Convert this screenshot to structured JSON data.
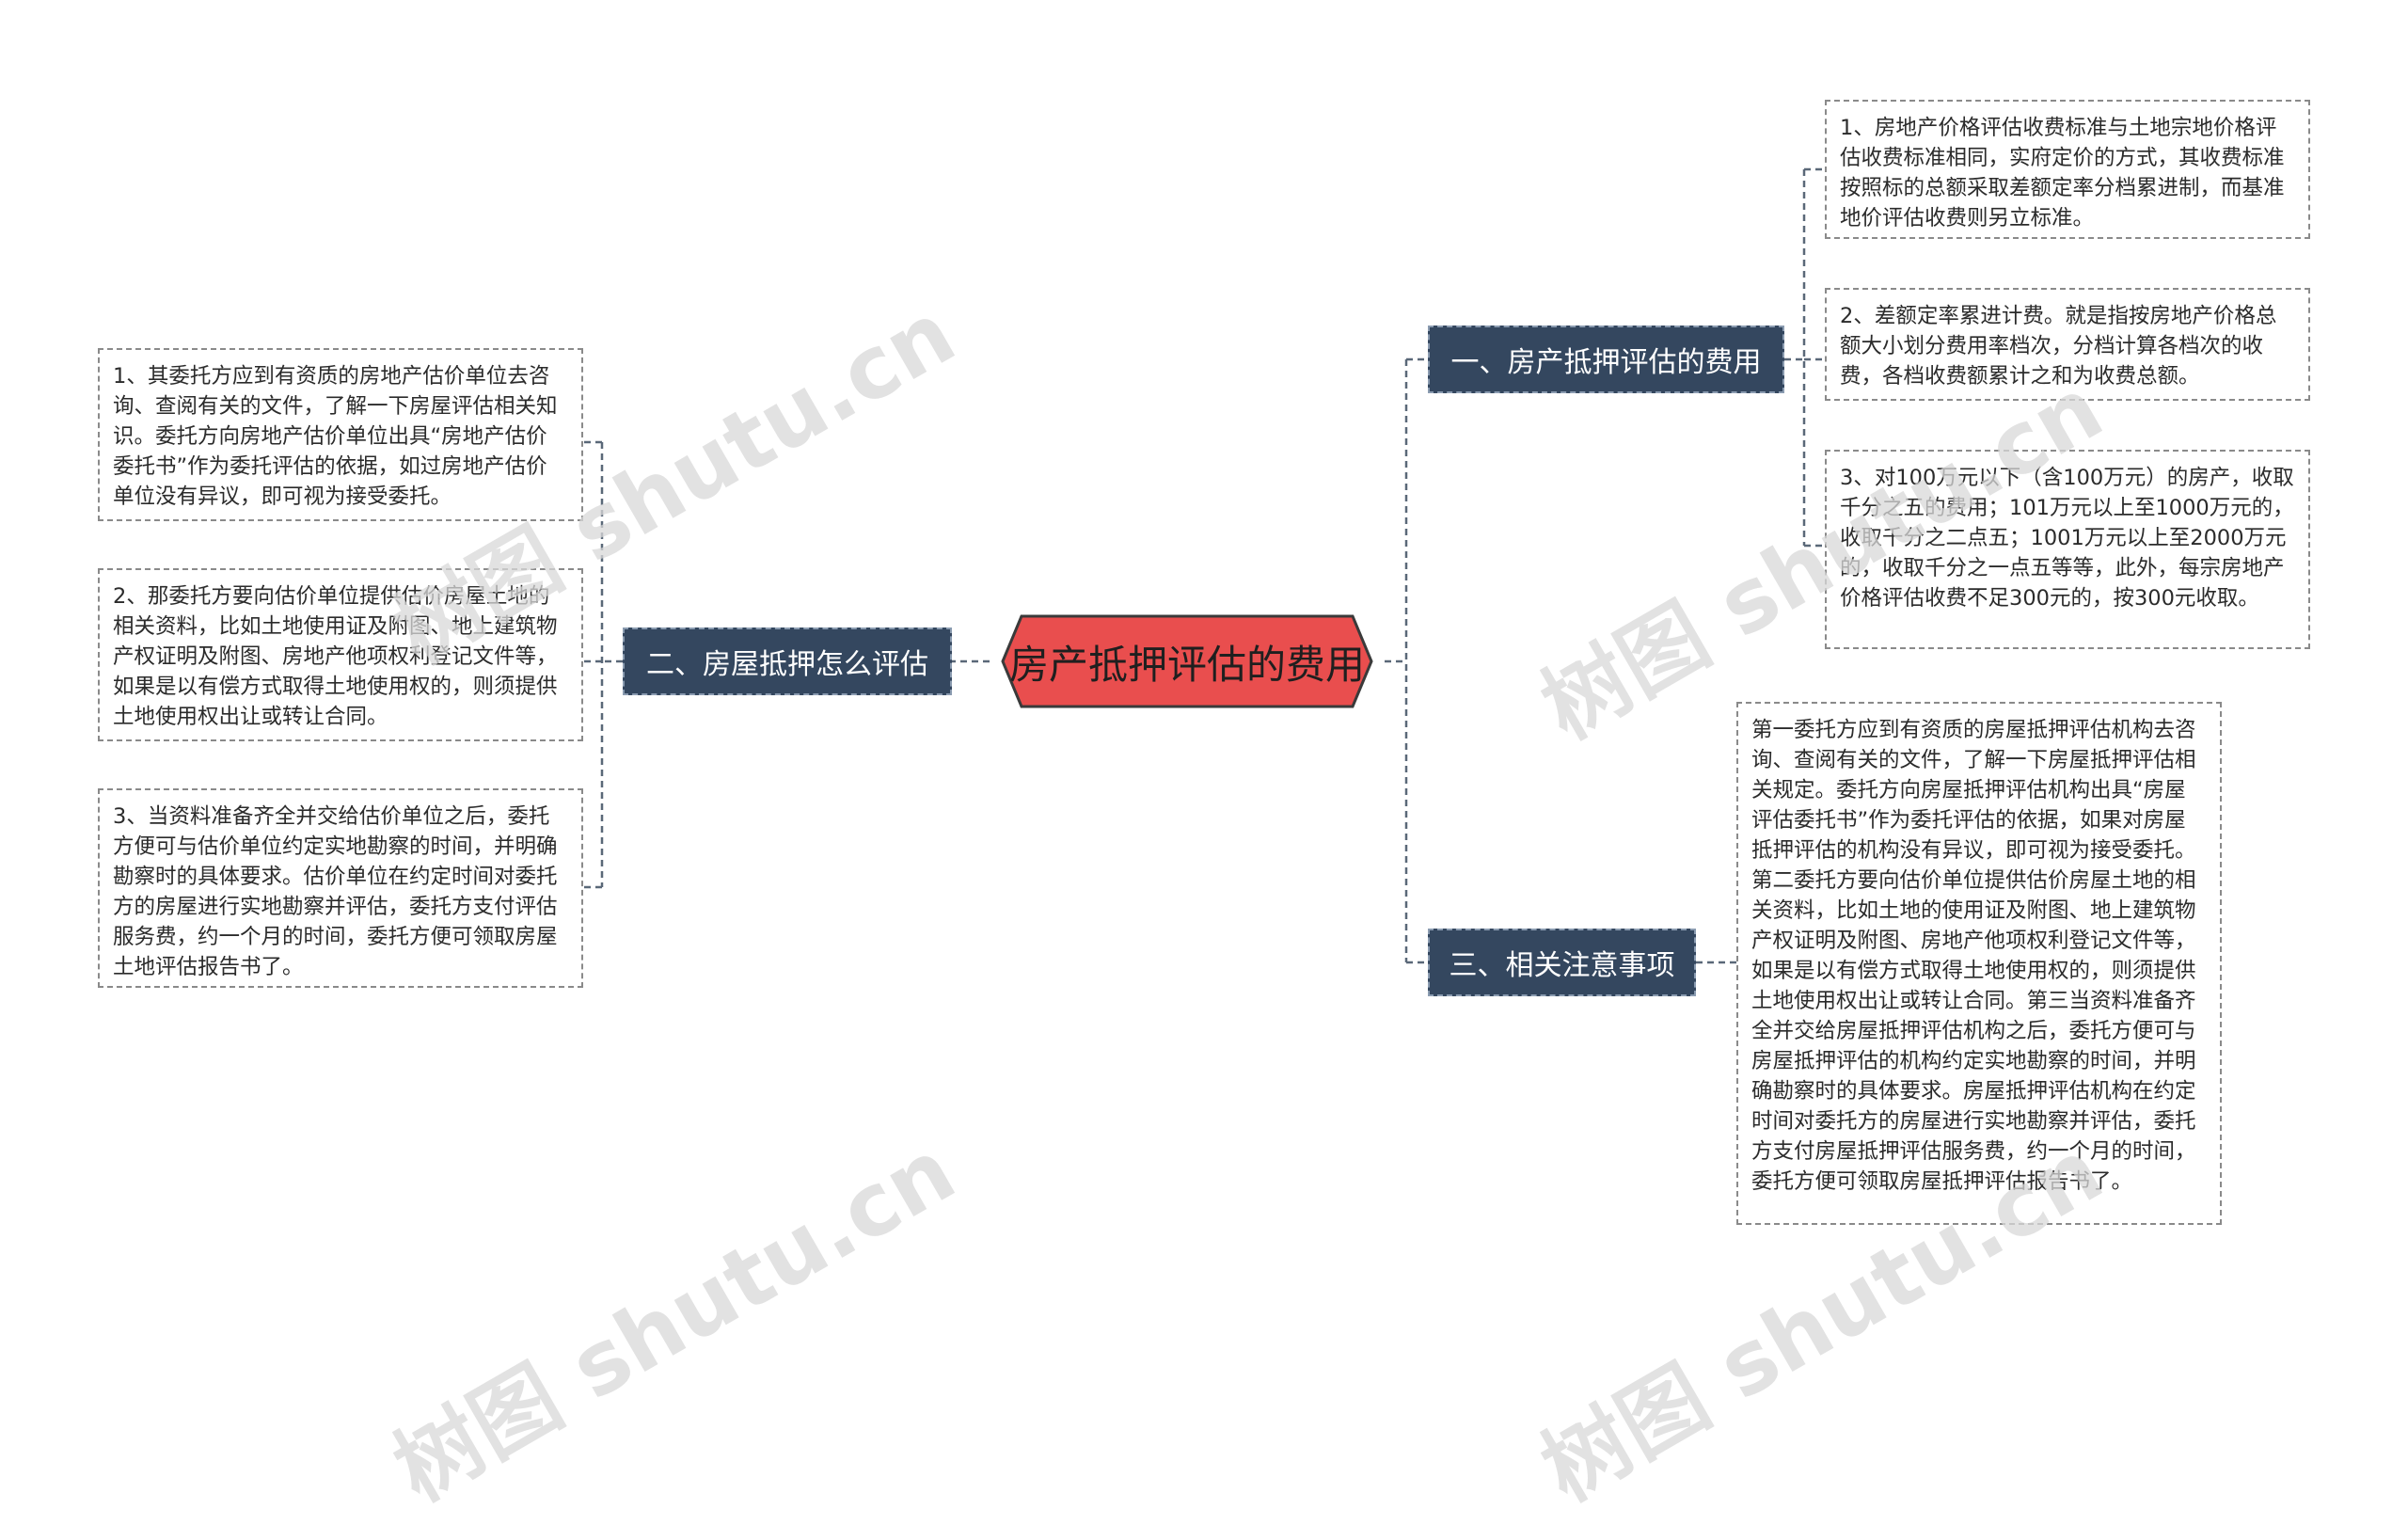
{
  "root": {
    "title": "房产抵押评估的费用",
    "color": "#e94e4e"
  },
  "branch_color": "#34475f",
  "branches": [
    {
      "label": "一、房产抵押评估的费用",
      "items": [
        "1、房地产价格评估收费标准与土地宗地价格评估收费标准相同，实府定价的方式，其收费标准按照标的总额采取差额定率分档累进制，而基准地价评估收费则另立标准。",
        "2、差额定率累进计费。就是指按房地产价格总额大小划分费用率档次，分档计算各档次的收费，各档收费额累计之和为收费总额。",
        "3、对100万元以下（含100万元）的房产，收取千分之五的费用；101万元以上至1000万元的，收取千分之二点五；1001万元以上至2000万元的，收取千分之一点五等等，此外，每宗房地产价格评估收费不足300元的，按300元收取。"
      ]
    },
    {
      "label": "二、房屋抵押怎么评估",
      "items": [
        "1、其委托方应到有资质的房地产估价单位去咨询、查阅有关的文件，了解一下房屋评估相关知识。委托方向房地产估价单位出具“房地产估价委托书”作为委托评估的依据，如过房地产估价单位没有异议，即可视为接受委托。",
        "2、那委托方要向估价单位提供估价房屋土地的相关资料，比如土地使用证及附图、地上建筑物产权证明及附图、房地产他项权利登记文件等，如果是以有偿方式取得土地使用权的，则须提供土地使用权出让或转让合同。",
        "3、当资料准备齐全并交给估价单位之后，委托方便可与估价单位约定实地勘察的时间，并明确勘察时的具体要求。估价单位在约定时间对委托方的房屋进行实地勘察并评估，委托方支付评估服务费，约一个月的时间，委托方便可领取房屋土地评估报告书了。"
      ]
    },
    {
      "label": "三、相关注意事项",
      "items": [
        "第一委托方应到有资质的房屋抵押评估机构去咨询、查阅有关的文件，了解一下房屋抵押评估相关规定。委托方向房屋抵押评估机构出具“房屋评估委托书”作为委托评估的依据，如果对房屋抵押评估的机构没有异议，即可视为接受委托。第二委托方要向估价单位提供估价房屋土地的相关资料，比如土地的使用证及附图、地上建筑物产权证明及附图、房地产他项权利登记文件等，如果是以有偿方式取得土地使用权的，则须提供土地使用权出让或转让合同。第三当资料准备齐全并交给房屋抵押评估机构之后，委托方便可与房屋抵押评估的机构约定实地勘察的时间，并明确勘察时的具体要求。房屋抵押评估机构在约定时间对委托方的房屋进行实地勘察并评估，委托方支付房屋抵押评估服务费，约一个月的时间，委托方便可领取房屋抵押评估报告书了。"
      ]
    }
  ],
  "watermark": "树图 shutu.cn"
}
